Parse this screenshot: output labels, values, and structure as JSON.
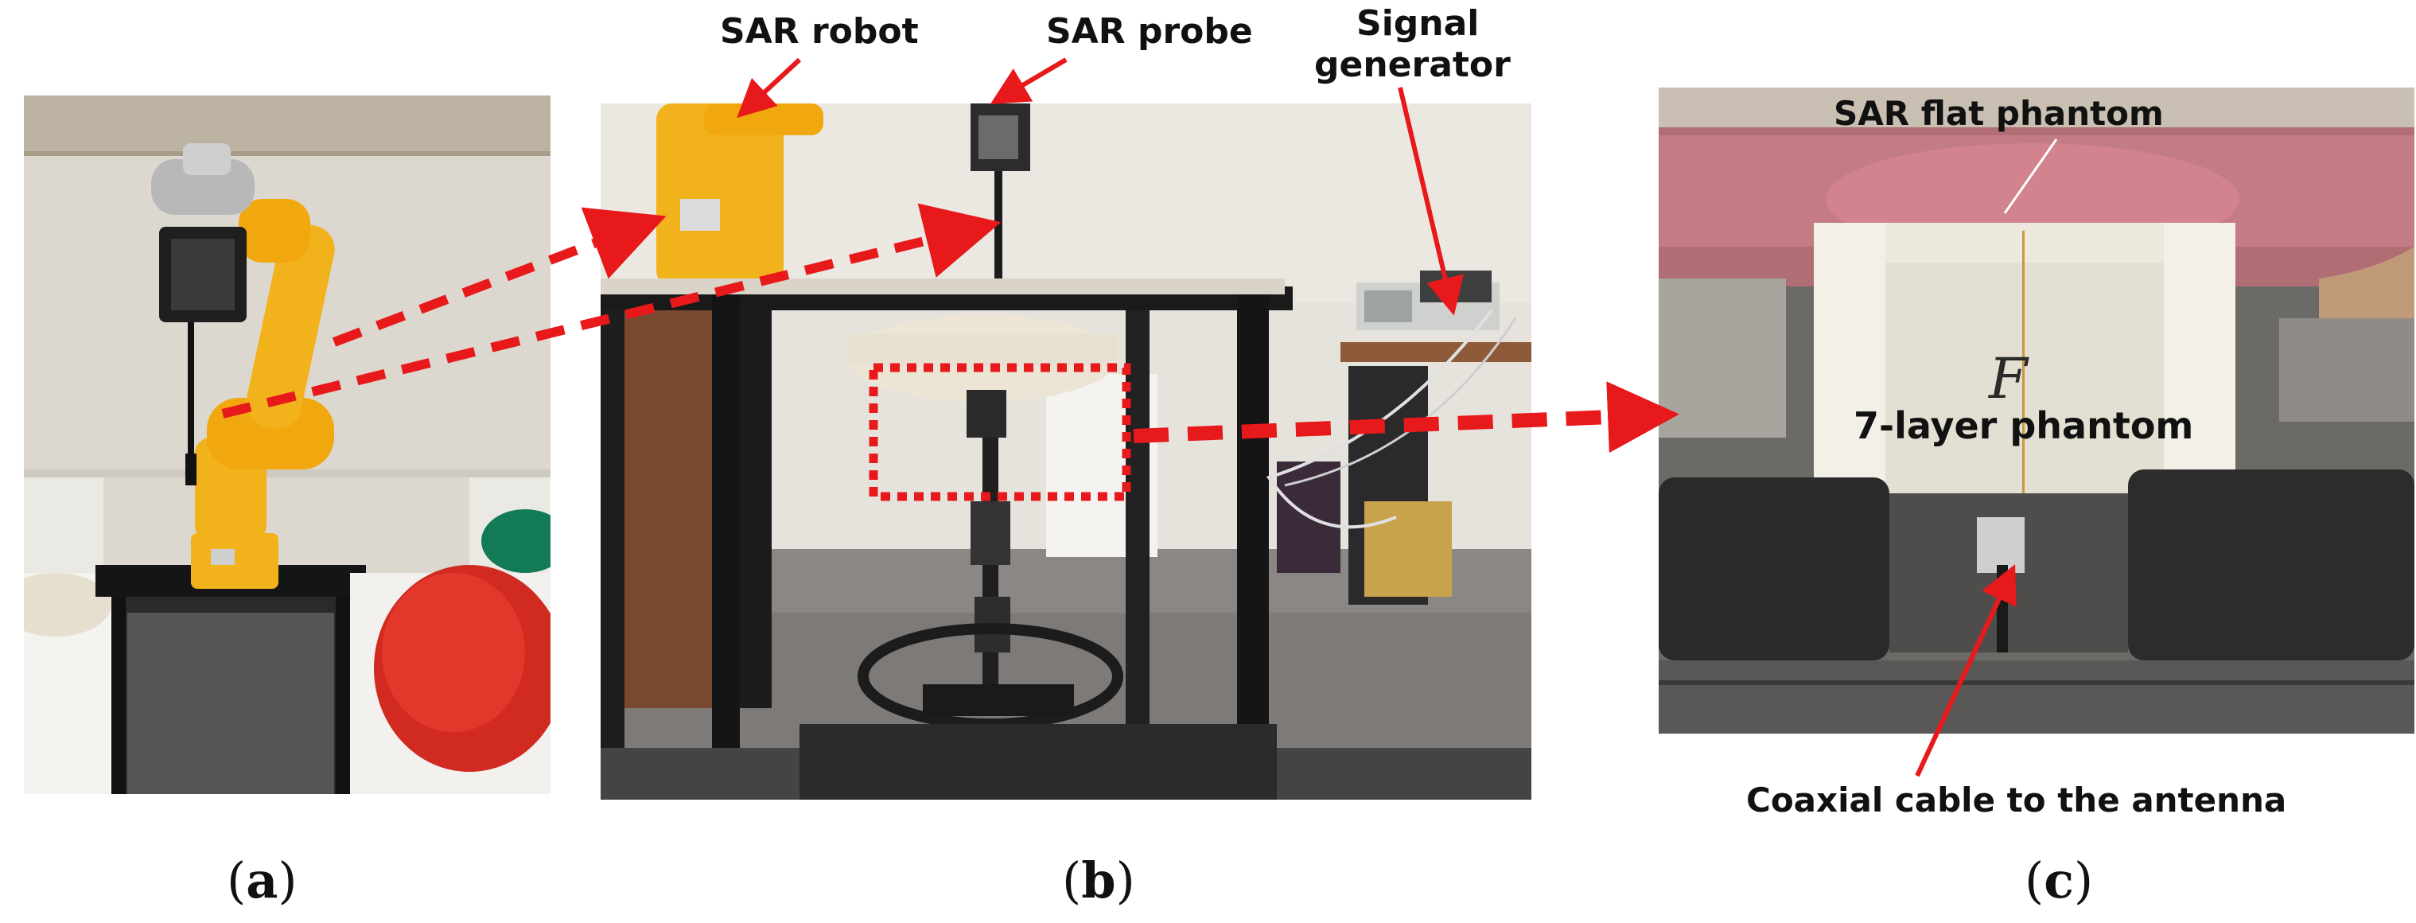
{
  "panels": [
    {
      "id": "a",
      "open": "(",
      "letter": "a",
      "close": ")"
    },
    {
      "id": "b",
      "open": "(",
      "letter": "b",
      "close": ")"
    },
    {
      "id": "c",
      "open": "(",
      "letter": "c",
      "close": ")"
    }
  ],
  "annotations": {
    "sar_robot": "SAR robot",
    "sar_probe": "SAR probe",
    "signal_generator_line1": "Signal",
    "signal_generator_line2": "generator",
    "sar_flat_phantom": "SAR flat phantom",
    "seven_layer_phantom": "7-layer phantom",
    "coaxial_cable": "Coaxial cable to the antenna"
  },
  "colors": {
    "arrow": "#e8191b",
    "robot": "#f2b21b",
    "background_wall": "#dcd8d0",
    "phantom_pink": "#c97b86",
    "foam_black": "#2b2b2b"
  }
}
